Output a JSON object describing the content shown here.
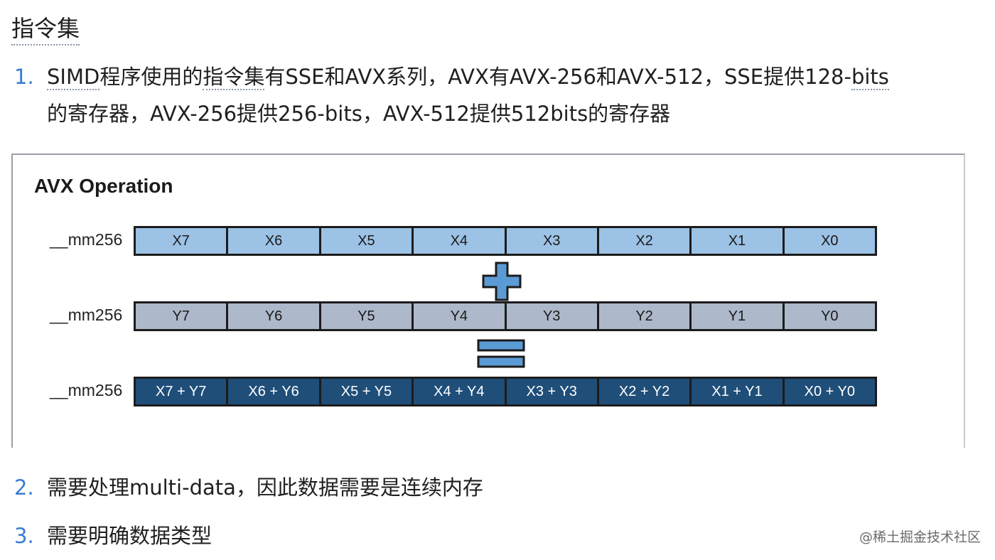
{
  "heading": "指令集",
  "list": [
    {
      "num": "1.",
      "line1_a": "SIMD",
      "line1_b": "程序使用的",
      "line1_c": "指令集",
      "line1_d": "有SSE和AVX系列，AVX有AVX-256和AVX-512，SSE提供128-",
      "line1_e": "bits",
      "line2": "的寄存器，AVX-256提供256-bits，AVX-512提供512bits的寄存器"
    },
    {
      "num": "2.",
      "text": "需要处理multi-data，因此数据需要是连续内存"
    },
    {
      "num": "3.",
      "text": "需要明确数据类型"
    }
  ],
  "figure": {
    "title": "AVX Operation",
    "registers": [
      {
        "label": "__mm256",
        "cells": [
          "X7",
          "X6",
          "X5",
          "X4",
          "X3",
          "X2",
          "X1",
          "X0"
        ]
      },
      {
        "label": "__mm256",
        "cells": [
          "Y7",
          "Y6",
          "Y5",
          "Y4",
          "Y3",
          "Y2",
          "Y1",
          "Y0"
        ]
      },
      {
        "label": "__mm256",
        "cells": [
          "X7 + Y7",
          "X6 + Y6",
          "X5 + Y5",
          "X4 + Y4",
          "X3 + Y3",
          "X2 + Y2",
          "X1 + Y1",
          "X0 + Y0"
        ]
      }
    ],
    "colors": {
      "x_cells": "#9cc2e5",
      "y_cells": "#adb9ca",
      "sum_cells": "#1f4e79",
      "operator": "#5b9bd5"
    }
  },
  "watermark": "@稀土掘金技术社区"
}
